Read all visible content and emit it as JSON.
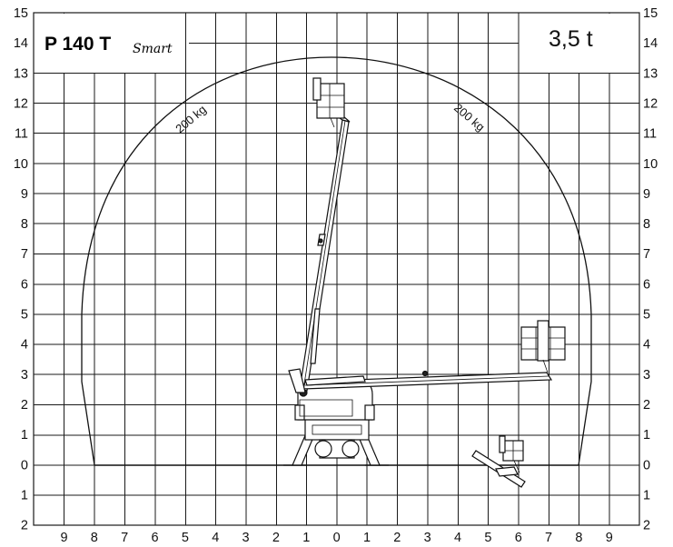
{
  "title": {
    "model": "P 140 T",
    "variant": "Smart",
    "capacity_label": "3,5 t"
  },
  "load_labels": [
    "200 kg",
    "200 kg"
  ],
  "axes": {
    "y_ticks_left": [
      "15",
      "14",
      "13",
      "12",
      "11",
      "10",
      "9",
      "8",
      "7",
      "6",
      "5",
      "4",
      "3",
      "2",
      "1",
      "0",
      "1",
      "2"
    ],
    "y_ticks_right": [
      "15",
      "14",
      "13",
      "12",
      "11",
      "10",
      "9",
      "8",
      "7",
      "6",
      "5",
      "4",
      "3",
      "2",
      "1",
      "0",
      "1",
      "2"
    ],
    "x_ticks": [
      "9",
      "8",
      "7",
      "6",
      "5",
      "4",
      "3",
      "2",
      "1",
      "0",
      "1",
      "2",
      "3",
      "4",
      "5",
      "6",
      "7",
      "8",
      "9"
    ]
  },
  "colors": {
    "line": "#111111",
    "background": "#ffffff"
  }
}
